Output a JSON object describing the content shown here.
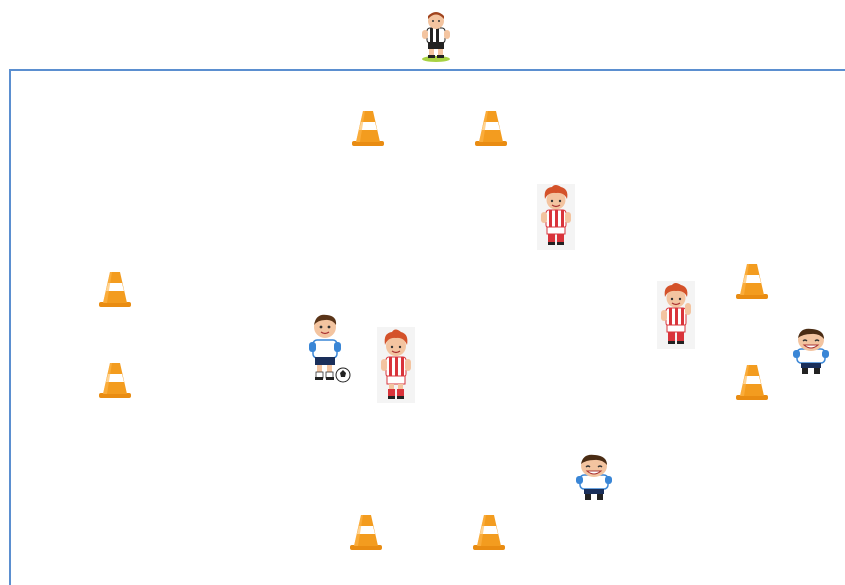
{
  "drill": {
    "referee": {
      "role": "referee",
      "icon": "referee-icon"
    },
    "cones": [
      {
        "name": "cone-top-left"
      },
      {
        "name": "cone-top-right"
      },
      {
        "name": "cone-left-upper"
      },
      {
        "name": "cone-left-lower"
      },
      {
        "name": "cone-right-upper"
      },
      {
        "name": "cone-right-lower"
      },
      {
        "name": "cone-bottom-left"
      },
      {
        "name": "cone-bottom-right"
      }
    ],
    "players": [
      {
        "name": "player-blue-with-ball",
        "team": "blue",
        "has_ball": true
      },
      {
        "name": "player-blue-right",
        "team": "blue",
        "has_ball": false
      },
      {
        "name": "player-blue-bottom",
        "team": "blue",
        "has_ball": false
      },
      {
        "name": "player-red-center",
        "team": "red",
        "has_ball": false
      },
      {
        "name": "player-red-upper",
        "team": "red",
        "has_ball": false
      },
      {
        "name": "player-red-right",
        "team": "red",
        "has_ball": false
      }
    ],
    "colors": {
      "field_line": "#5b8fd0",
      "cone": "#f39c1f",
      "blue_team": "#3a86d6",
      "red_team": "#d9343b",
      "referee": "#222222"
    }
  }
}
